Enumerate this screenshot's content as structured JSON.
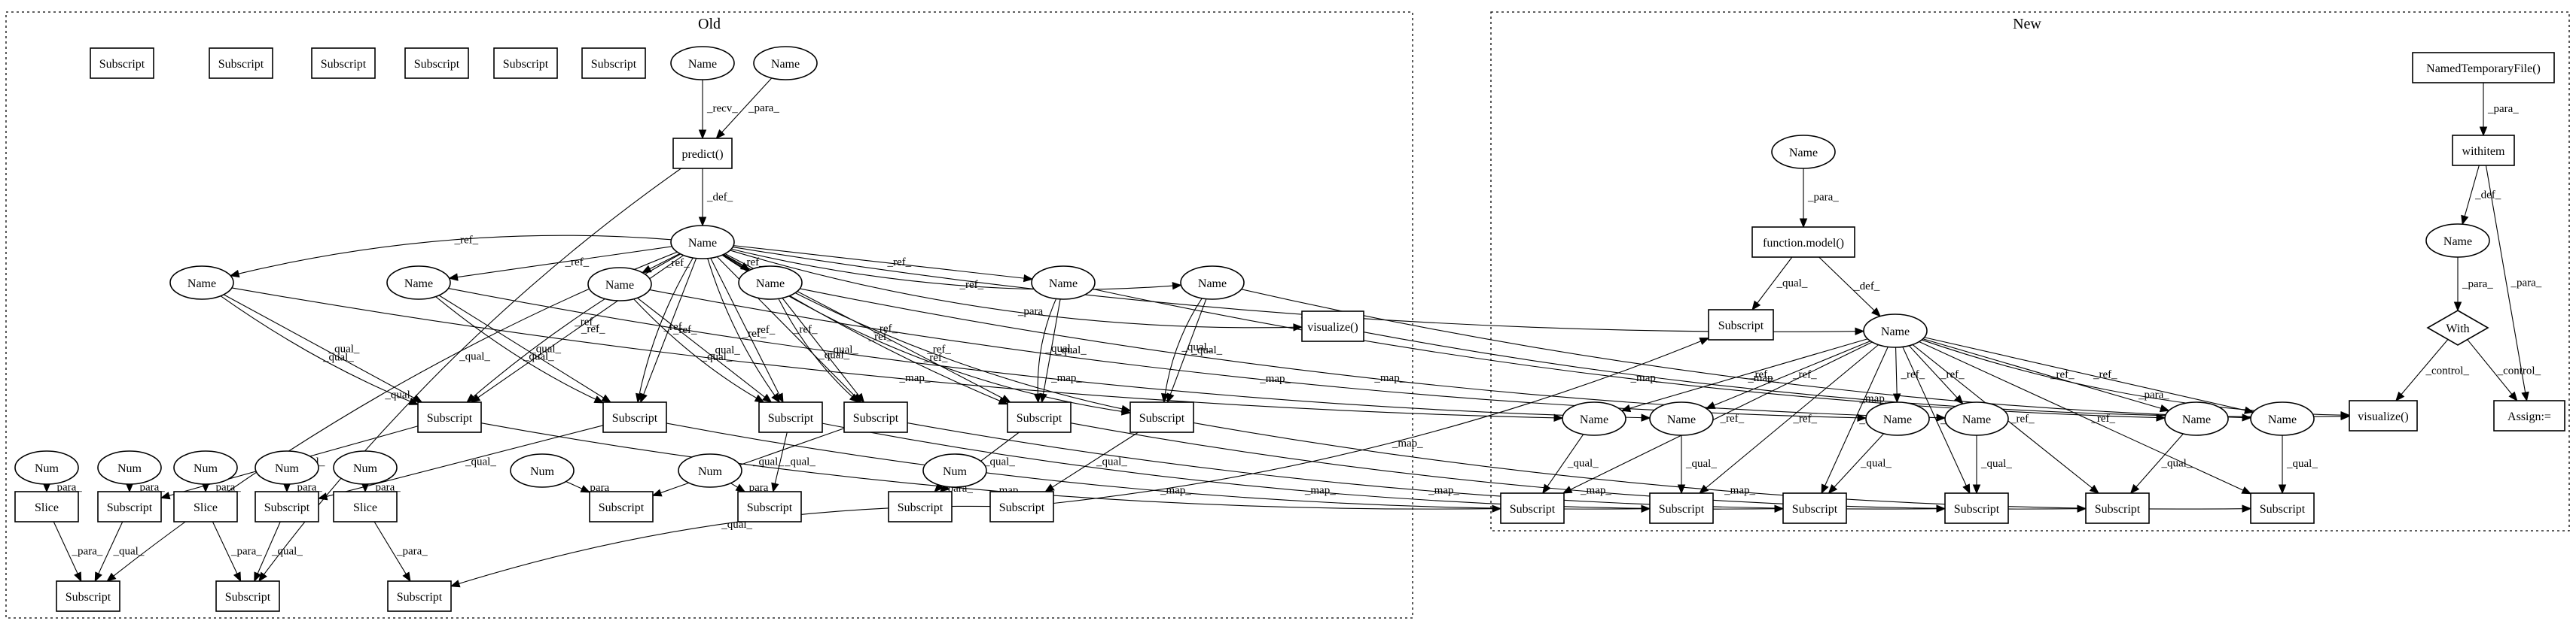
{
  "clusters": {
    "old": {
      "label": "Old"
    },
    "new": {
      "label": "New"
    }
  },
  "nodes": [
    {
      "id": "s1",
      "label": "Subscript",
      "shape": "box"
    },
    {
      "id": "s2",
      "label": "Subscript",
      "shape": "box"
    },
    {
      "id": "s3",
      "label": "Subscript",
      "shape": "box"
    },
    {
      "id": "s4",
      "label": "Subscript",
      "shape": "box"
    },
    {
      "id": "s5",
      "label": "Subscript",
      "shape": "box"
    },
    {
      "id": "s6",
      "label": "Subscript",
      "shape": "box"
    },
    {
      "id": "nm_recv",
      "label": "Name",
      "shape": "ellipse"
    },
    {
      "id": "nm_para",
      "label": "Name",
      "shape": "ellipse"
    },
    {
      "id": "predict",
      "label": "predict()",
      "shape": "box"
    },
    {
      "id": "nameMain",
      "label": "Name",
      "shape": "ellipse"
    },
    {
      "id": "visOld",
      "label": "visualize()",
      "shape": "box"
    },
    {
      "id": "on1",
      "label": "Name",
      "shape": "ellipse"
    },
    {
      "id": "on2",
      "label": "Name",
      "shape": "ellipse"
    },
    {
      "id": "on3",
      "label": "Name",
      "shape": "ellipse"
    },
    {
      "id": "on4",
      "label": "Name",
      "shape": "ellipse"
    },
    {
      "id": "on5",
      "label": "Name",
      "shape": "ellipse"
    },
    {
      "id": "on6",
      "label": "Name",
      "shape": "ellipse"
    },
    {
      "id": "r1",
      "label": "Subscript",
      "shape": "box"
    },
    {
      "id": "r2",
      "label": "Subscript",
      "shape": "box"
    },
    {
      "id": "r3",
      "label": "Subscript",
      "shape": "box"
    },
    {
      "id": "r4",
      "label": "Subscript",
      "shape": "box"
    },
    {
      "id": "r5",
      "label": "Subscript",
      "shape": "box"
    },
    {
      "id": "r6",
      "label": "Subscript",
      "shape": "box"
    },
    {
      "id": "num1",
      "label": "Num",
      "shape": "ellipse"
    },
    {
      "id": "num2",
      "label": "Num",
      "shape": "ellipse"
    },
    {
      "id": "num3",
      "label": "Num",
      "shape": "ellipse"
    },
    {
      "id": "num4",
      "label": "Num",
      "shape": "ellipse"
    },
    {
      "id": "num5",
      "label": "Num",
      "shape": "ellipse"
    },
    {
      "id": "num6",
      "label": "Num",
      "shape": "ellipse"
    },
    {
      "id": "num7",
      "label": "Num",
      "shape": "ellipse"
    },
    {
      "id": "num8",
      "label": "Num",
      "shape": "ellipse"
    },
    {
      "id": "slice1",
      "label": "Slice",
      "shape": "box"
    },
    {
      "id": "slice2",
      "label": "Slice",
      "shape": "box"
    },
    {
      "id": "slice3",
      "label": "Slice",
      "shape": "box"
    },
    {
      "id": "sa",
      "label": "Subscript",
      "shape": "box"
    },
    {
      "id": "sb",
      "label": "Subscript",
      "shape": "box"
    },
    {
      "id": "sc",
      "label": "Subscript",
      "shape": "box"
    },
    {
      "id": "sd",
      "label": "Subscript",
      "shape": "box"
    },
    {
      "id": "se",
      "label": "Subscript",
      "shape": "box"
    },
    {
      "id": "sf",
      "label": "Subscript",
      "shape": "box"
    },
    {
      "id": "sg",
      "label": "Subscript",
      "shape": "box"
    },
    {
      "id": "b1",
      "label": "Subscript",
      "shape": "box"
    },
    {
      "id": "b2",
      "label": "Subscript",
      "shape": "box"
    },
    {
      "id": "b3",
      "label": "Subscript",
      "shape": "box"
    },
    {
      "id": "nName1",
      "label": "Name",
      "shape": "ellipse"
    },
    {
      "id": "fmodel",
      "label": "function.model()",
      "shape": "box"
    },
    {
      "id": "nSubTop",
      "label": "Subscript",
      "shape": "box"
    },
    {
      "id": "nMain",
      "label": "Name",
      "shape": "ellipse"
    },
    {
      "id": "ntf",
      "label": "NamedTemporaryFile()",
      "shape": "box"
    },
    {
      "id": "withitem",
      "label": "withitem",
      "shape": "box"
    },
    {
      "id": "nName2",
      "label": "Name",
      "shape": "ellipse"
    },
    {
      "id": "with",
      "label": "With",
      "shape": "diamond"
    },
    {
      "id": "visNew",
      "label": "visualize()",
      "shape": "box"
    },
    {
      "id": "assign",
      "label": "Assign:=",
      "shape": "box"
    },
    {
      "id": "nn1",
      "label": "Name",
      "shape": "ellipse"
    },
    {
      "id": "nn2",
      "label": "Name",
      "shape": "ellipse"
    },
    {
      "id": "nn3",
      "label": "Name",
      "shape": "ellipse"
    },
    {
      "id": "nn4",
      "label": "Name",
      "shape": "ellipse"
    },
    {
      "id": "nn5",
      "label": "Name",
      "shape": "ellipse"
    },
    {
      "id": "nn6",
      "label": "Name",
      "shape": "ellipse"
    },
    {
      "id": "ns1",
      "label": "Subscript",
      "shape": "box"
    },
    {
      "id": "ns2",
      "label": "Subscript",
      "shape": "box"
    },
    {
      "id": "ns3",
      "label": "Subscript",
      "shape": "box"
    },
    {
      "id": "ns4",
      "label": "Subscript",
      "shape": "box"
    },
    {
      "id": "ns5",
      "label": "Subscript",
      "shape": "box"
    },
    {
      "id": "ns6",
      "label": "Subscript",
      "shape": "box"
    }
  ],
  "edges": [
    {
      "from": "nm_recv",
      "to": "predict",
      "label": "_recv_"
    },
    {
      "from": "nm_para",
      "to": "predict",
      "label": "_para_"
    },
    {
      "from": "predict",
      "to": "nameMain",
      "label": "_def_"
    },
    {
      "from": "predict",
      "to": "b2",
      "label": "_qual_"
    },
    {
      "from": "nameMain",
      "to": "on1",
      "label": "_ref_"
    },
    {
      "from": "nameMain",
      "to": "on2",
      "label": "_ref_"
    },
    {
      "from": "nameMain",
      "to": "on3",
      "label": "_ref_"
    },
    {
      "from": "nameMain",
      "to": "on4",
      "label": "_ref_"
    },
    {
      "from": "nameMain",
      "to": "on5",
      "label": "_ref_"
    },
    {
      "from": "nameMain",
      "to": "on6",
      "label": "_ref_"
    },
    {
      "from": "nameMain",
      "to": "visOld",
      "label": "_para_"
    },
    {
      "from": "nameMain",
      "to": "nMain",
      "label": "_map_"
    },
    {
      "from": "nameMain",
      "to": "r1",
      "label": "_ref_"
    },
    {
      "from": "nameMain",
      "to": "r1",
      "label": "_ref_"
    },
    {
      "from": "nameMain",
      "to": "r2",
      "label": "_ref_"
    },
    {
      "from": "nameMain",
      "to": "r2",
      "label": "_ref_"
    },
    {
      "from": "nameMain",
      "to": "r3",
      "label": "_ref_"
    },
    {
      "from": "nameMain",
      "to": "r3",
      "label": "_ref_"
    },
    {
      "from": "nameMain",
      "to": "r4",
      "label": "_ref_"
    },
    {
      "from": "nameMain",
      "to": "r5",
      "label": "_ref_"
    },
    {
      "from": "nameMain",
      "to": "r5",
      "label": "_ref_"
    },
    {
      "from": "nameMain",
      "to": "r6",
      "label": "_ref_"
    },
    {
      "from": "nameMain",
      "to": "r6",
      "label": "_ref_"
    },
    {
      "from": "nameMain",
      "to": "b1",
      "label": "_qual_"
    },
    {
      "from": "on1",
      "to": "r1",
      "label": "_qual_"
    },
    {
      "from": "on1",
      "to": "r1",
      "label": "_qual_"
    },
    {
      "from": "on2",
      "to": "r2",
      "label": "_qual_"
    },
    {
      "from": "on2",
      "to": "r2",
      "label": "_qual_"
    },
    {
      "from": "on3",
      "to": "r3",
      "label": "_qual_"
    },
    {
      "from": "on3",
      "to": "r3",
      "label": "_qual_"
    },
    {
      "from": "on4",
      "to": "r4",
      "label": "_qual_"
    },
    {
      "from": "on4",
      "to": "r4",
      "label": "_qual_"
    },
    {
      "from": "on5",
      "to": "r5",
      "label": "_qual_"
    },
    {
      "from": "on5",
      "to": "r5",
      "label": "_qual_"
    },
    {
      "from": "on6",
      "to": "r6",
      "label": "_qual_"
    },
    {
      "from": "on6",
      "to": "r6",
      "label": "_qual_"
    },
    {
      "from": "on1",
      "to": "nn1",
      "label": "_map_"
    },
    {
      "from": "on2",
      "to": "nn2",
      "label": "_map_"
    },
    {
      "from": "on3",
      "to": "nn3",
      "label": "_map_"
    },
    {
      "from": "on4",
      "to": "nn4",
      "label": "_map_"
    },
    {
      "from": "on5",
      "to": "nn5",
      "label": "_map_"
    },
    {
      "from": "on6",
      "to": "nn6",
      "label": "_map_"
    },
    {
      "from": "visOld",
      "to": "visNew",
      "label": "_map_"
    },
    {
      "from": "num1",
      "to": "slice1",
      "label": "_para_"
    },
    {
      "from": "num2",
      "to": "sa",
      "label": "_para_"
    },
    {
      "from": "num3",
      "to": "slice2",
      "label": "_para_"
    },
    {
      "from": "num4",
      "to": "sb",
      "label": "_para_"
    },
    {
      "from": "num5",
      "to": "slice3",
      "label": "_para_"
    },
    {
      "from": "num6",
      "to": "sc",
      "label": "_para_"
    },
    {
      "from": "num7",
      "to": "sd",
      "label": "_para_"
    },
    {
      "from": "num8",
      "to": "se",
      "label": "_para_"
    },
    {
      "from": "r1",
      "to": "sa",
      "label": "_qual_"
    },
    {
      "from": "r2",
      "to": "sb",
      "label": "_qual_"
    },
    {
      "from": "r3",
      "to": "sd",
      "label": "_qual_"
    },
    {
      "from": "r4",
      "to": "sc",
      "label": "_qual_"
    },
    {
      "from": "r5",
      "to": "se",
      "label": "_qual_"
    },
    {
      "from": "r6",
      "to": "sf",
      "label": "_qual_"
    },
    {
      "from": "slice1",
      "to": "b1",
      "label": "_para_"
    },
    {
      "from": "sa",
      "to": "b1",
      "label": "_qual_"
    },
    {
      "from": "slice2",
      "to": "b2",
      "label": "_para_"
    },
    {
      "from": "sb",
      "to": "b2",
      "label": "_qual_"
    },
    {
      "from": "slice3",
      "to": "b3",
      "label": "_para_"
    },
    {
      "from": "sf",
      "to": "b3",
      "label": "_qual_"
    },
    {
      "from": "r1",
      "to": "ns1",
      "label": "_map_"
    },
    {
      "from": "r2",
      "to": "ns2",
      "label": "_map_"
    },
    {
      "from": "r3",
      "to": "ns3",
      "label": "_map_"
    },
    {
      "from": "r4",
      "to": "ns4",
      "label": "_map_"
    },
    {
      "from": "r5",
      "to": "ns5",
      "label": "_map_"
    },
    {
      "from": "r6",
      "to": "ns6",
      "label": "_map_"
    },
    {
      "from": "sf",
      "to": "nSubTop",
      "label": "_map_"
    },
    {
      "from": "nName1",
      "to": "fmodel",
      "label": "_para_"
    },
    {
      "from": "fmodel",
      "to": "nSubTop",
      "label": "_qual_"
    },
    {
      "from": "fmodel",
      "to": "nMain",
      "label": "_def_"
    },
    {
      "from": "nMain",
      "to": "nn1",
      "label": "_ref_"
    },
    {
      "from": "nMain",
      "to": "nn2",
      "label": "_ref_"
    },
    {
      "from": "nMain",
      "to": "nn3",
      "label": "_ref_"
    },
    {
      "from": "nMain",
      "to": "nn4",
      "label": "_ref_"
    },
    {
      "from": "nMain",
      "to": "nn5",
      "label": "_ref_"
    },
    {
      "from": "nMain",
      "to": "nn6",
      "label": "_ref_"
    },
    {
      "from": "nMain",
      "to": "ns1",
      "label": "_ref_"
    },
    {
      "from": "nMain",
      "to": "ns2",
      "label": "_ref_"
    },
    {
      "from": "nMain",
      "to": "ns3",
      "label": "_ref_"
    },
    {
      "from": "nMain",
      "to": "ns4",
      "label": "_ref_"
    },
    {
      "from": "nMain",
      "to": "ns5",
      "label": "_ref_"
    },
    {
      "from": "nMain",
      "to": "ns6",
      "label": "_ref_"
    },
    {
      "from": "nMain",
      "to": "visNew",
      "label": "_para_"
    },
    {
      "from": "nn1",
      "to": "ns1",
      "label": "_qual_"
    },
    {
      "from": "nn2",
      "to": "ns2",
      "label": "_qual_"
    },
    {
      "from": "nn3",
      "to": "ns3",
      "label": "_qual_"
    },
    {
      "from": "nn4",
      "to": "ns4",
      "label": "_qual_"
    },
    {
      "from": "nn5",
      "to": "ns5",
      "label": "_qual_"
    },
    {
      "from": "nn6",
      "to": "ns6",
      "label": "_qual_"
    },
    {
      "from": "ntf",
      "to": "withitem",
      "label": "_para_"
    },
    {
      "from": "withitem",
      "to": "nName2",
      "label": "_def_"
    },
    {
      "from": "withitem",
      "to": "assign",
      "label": "_para_"
    },
    {
      "from": "nName2",
      "to": "with",
      "label": "_para_"
    },
    {
      "from": "with",
      "to": "visNew",
      "label": "_control_"
    },
    {
      "from": "with",
      "to": "assign",
      "label": "_control_"
    }
  ]
}
